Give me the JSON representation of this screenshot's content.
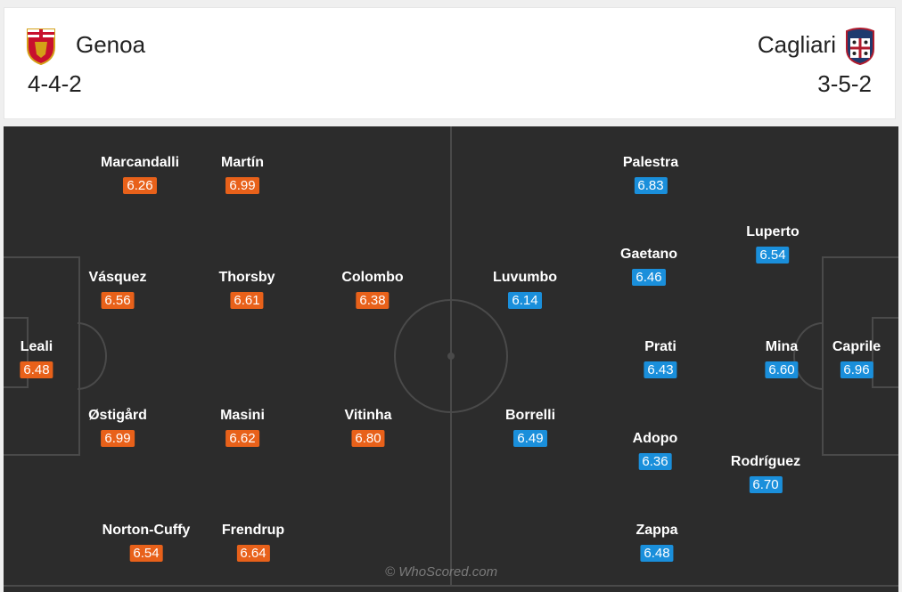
{
  "home": {
    "name": "Genoa",
    "formation": "4-4-2",
    "crest_icon": "genoa-crest-icon",
    "rating_color": "#e8611a",
    "players": [
      {
        "name": "Leali",
        "rating": "6.48"
      },
      {
        "name": "Marcandalli",
        "rating": "6.26"
      },
      {
        "name": "Vásquez",
        "rating": "6.56"
      },
      {
        "name": "Østigård",
        "rating": "6.99"
      },
      {
        "name": "Norton-Cuffy",
        "rating": "6.54"
      },
      {
        "name": "Martín",
        "rating": "6.99"
      },
      {
        "name": "Thorsby",
        "rating": "6.61"
      },
      {
        "name": "Masini",
        "rating": "6.62"
      },
      {
        "name": "Frendrup",
        "rating": "6.64"
      },
      {
        "name": "Colombo",
        "rating": "6.38"
      },
      {
        "name": "Vitinha",
        "rating": "6.80"
      }
    ]
  },
  "away": {
    "name": "Cagliari",
    "formation": "3-5-2",
    "crest_icon": "cagliari-crest-icon",
    "rating_color": "#1a8fdb",
    "players": [
      {
        "name": "Luvumbo",
        "rating": "6.14"
      },
      {
        "name": "Borrelli",
        "rating": "6.49"
      },
      {
        "name": "Palestra",
        "rating": "6.83"
      },
      {
        "name": "Gaetano",
        "rating": "6.46"
      },
      {
        "name": "Prati",
        "rating": "6.43"
      },
      {
        "name": "Adopo",
        "rating": "6.36"
      },
      {
        "name": "Zappa",
        "rating": "6.48"
      },
      {
        "name": "Luperto",
        "rating": "6.54"
      },
      {
        "name": "Mina",
        "rating": "6.60"
      },
      {
        "name": "Rodríguez",
        "rating": "6.70"
      },
      {
        "name": "Caprile",
        "rating": "6.96"
      }
    ]
  },
  "watermark": "© WhoScored.com"
}
